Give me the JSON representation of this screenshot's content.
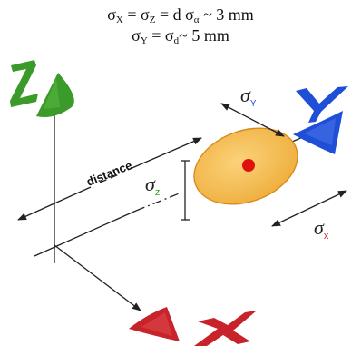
{
  "formula1": {
    "sigma": "σ",
    "x_sub": "X",
    "eq": " = ",
    "z_sub": "Z",
    "eq_d": " = d ",
    "alpha_sub": "α",
    "value": " ~ 3 mm"
  },
  "formula2": {
    "sigma": "σ",
    "y_sub": "Y",
    "eq": " = ",
    "d_sub": "d",
    "value": "~ 5 mm"
  },
  "labels": {
    "distance": "distance",
    "sigma": "σ",
    "sigma_x_sub": "x",
    "sigma_y_sub": "Y",
    "sigma_z_sub": "z"
  },
  "colors": {
    "z_axis": "#3a9a2a",
    "y_axis": "#1f4fd6",
    "x_axis": "#c8232a",
    "ellipse_fill": "#f2b648",
    "ellipse_edge": "#d98a1a",
    "center_dot": "#e01010",
    "axes": "#222222"
  },
  "icons": {
    "z_marker": "green-cone-z",
    "y_marker": "blue-cone-y",
    "x_marker": "red-cone-x"
  }
}
